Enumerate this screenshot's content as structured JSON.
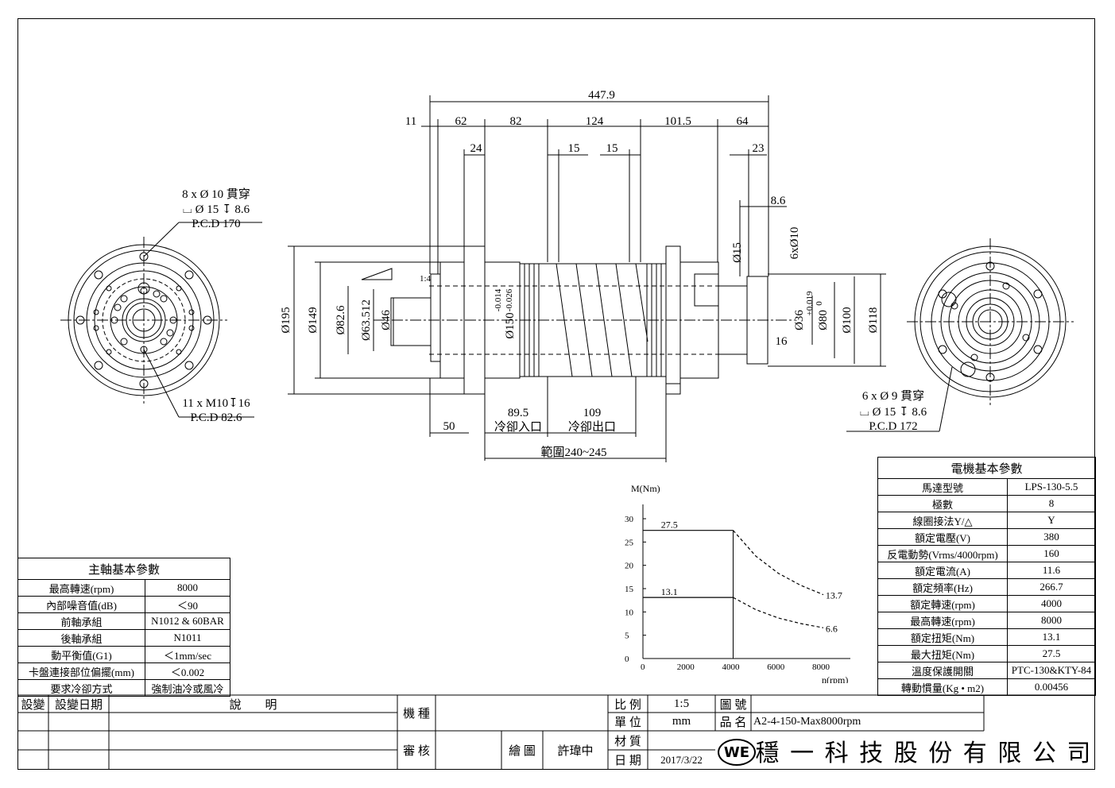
{
  "drawing": {
    "overall_length": "447.9",
    "top_dims": [
      "11",
      "62",
      "82",
      "124",
      "101.5",
      "64"
    ],
    "second_dims": [
      "24",
      "15",
      "15",
      "23"
    ],
    "small_dim": "8.6",
    "bottom_dims": {
      "d50": "50",
      "d89": "89.5",
      "coolant_in": "冷卻入口",
      "d109": "109",
      "coolant_out": "冷卻出口",
      "range": "範圍240~245"
    },
    "left_diam": [
      "Ø195",
      "Ø149",
      "Ø82.6",
      "Ø63.512",
      "Ø46"
    ],
    "body_diam": "Ø150",
    "body_tol_upper": "-0.014",
    "body_tol_lower": "-0.026",
    "taper": "1:4",
    "right_diam": [
      "Ø15",
      "6xØ10",
      "Ø36",
      "Ø80",
      "Ø100",
      "Ø118"
    ],
    "right_tol": [
      "+0.019",
      "0"
    ],
    "dim16": "16",
    "front_note_1": "8 x Ø 10 貫穿",
    "front_note_2": "⌴ Ø 15 ↧ 8.6",
    "front_note_3": "P.C.D 170",
    "front_note_4": "11 x M10↧16",
    "front_note_5": "P.C.D 82.6",
    "rear_note_1": "6 x Ø 9 貫穿",
    "rear_note_2": "⌴ Ø 15 ↧ 8.6",
    "rear_note_3": "P.C.D 172"
  },
  "chart_data": {
    "type": "line",
    "ylabel": "M(Nm)",
    "xlabel": "n(rpm)",
    "xlim": [
      0,
      8000
    ],
    "ylim": [
      0,
      30
    ],
    "x_ticks": [
      "0",
      "2000",
      "4000",
      "6000",
      "8000"
    ],
    "y_ticks": [
      "0",
      "5",
      "10",
      "15",
      "20",
      "25",
      "30"
    ],
    "series": [
      {
        "name": "",
        "style": "solid-then-dashed",
        "x": [
          0,
          4000,
          5000,
          6000,
          7000,
          8000
        ],
        "y": [
          27.5,
          27.5,
          22,
          18.3,
          15.7,
          13.7
        ]
      },
      {
        "name": "",
        "style": "solid-then-dashed",
        "x": [
          0,
          4000,
          5000,
          6000,
          7000,
          8000
        ],
        "y": [
          13.1,
          13.1,
          10.5,
          8.7,
          7.5,
          6.6
        ]
      }
    ],
    "annotations": [
      "27.5",
      "13.1",
      "13.7",
      "6.6"
    ]
  },
  "spindle_table": {
    "title": "主軸基本參數",
    "rows": [
      [
        "最高轉速(rpm)",
        "8000"
      ],
      [
        "內部噪音值(dB)",
        "＜90"
      ],
      [
        "前軸承組",
        "N1012 & 60BAR"
      ],
      [
        "後軸承組",
        "N1011"
      ],
      [
        "動平衡值(G1)",
        "＜1mm/sec"
      ],
      [
        "卡盤連接部位偏擺(mm)",
        "＜0.002"
      ],
      [
        "要求冷卻方式",
        "強制油冷或風冷"
      ]
    ]
  },
  "motor_table": {
    "title": "電機基本參數",
    "rows": [
      [
        "馬達型號",
        "LPS-130-5.5"
      ],
      [
        "極數",
        "8"
      ],
      [
        "線圈接法Y/△",
        "Y"
      ],
      [
        "額定電壓(V)",
        "380"
      ],
      [
        "反電動勢(Vrms/4000rpm)",
        "160"
      ],
      [
        "額定電流(A)",
        "11.6"
      ],
      [
        "額定頻率(Hz)",
        "266.7"
      ],
      [
        "額定轉速(rpm)",
        "4000"
      ],
      [
        "最高轉速(rpm)",
        "8000"
      ],
      [
        "額定扭矩(Nm)",
        "13.1"
      ],
      [
        "最大扭矩(Nm)",
        "27.5"
      ],
      [
        "溫度保護開關",
        "PTC-130&KTY-84"
      ],
      [
        "轉動慣量(Kg • m2)",
        "0.00456"
      ]
    ]
  },
  "title_block": {
    "change": "設變",
    "change_date": "設變日期",
    "description": "說　　明",
    "model": "機 種",
    "review": "審 核",
    "drawn": "繪 圖",
    "drawer": "許瑋中",
    "scale_label": "比 例",
    "scale": "1:5",
    "unit_label": "單 位",
    "unit": "mm",
    "material_label": "材 質",
    "date_label": "日 期",
    "date": "2017/3/22",
    "drawing_no_label": "圖 號",
    "product_label": "品 名",
    "product": "A2-4-150-Max8000rpm",
    "logo": "WE",
    "company": "穩 一 科 技 股 份 有 限 公 司"
  }
}
